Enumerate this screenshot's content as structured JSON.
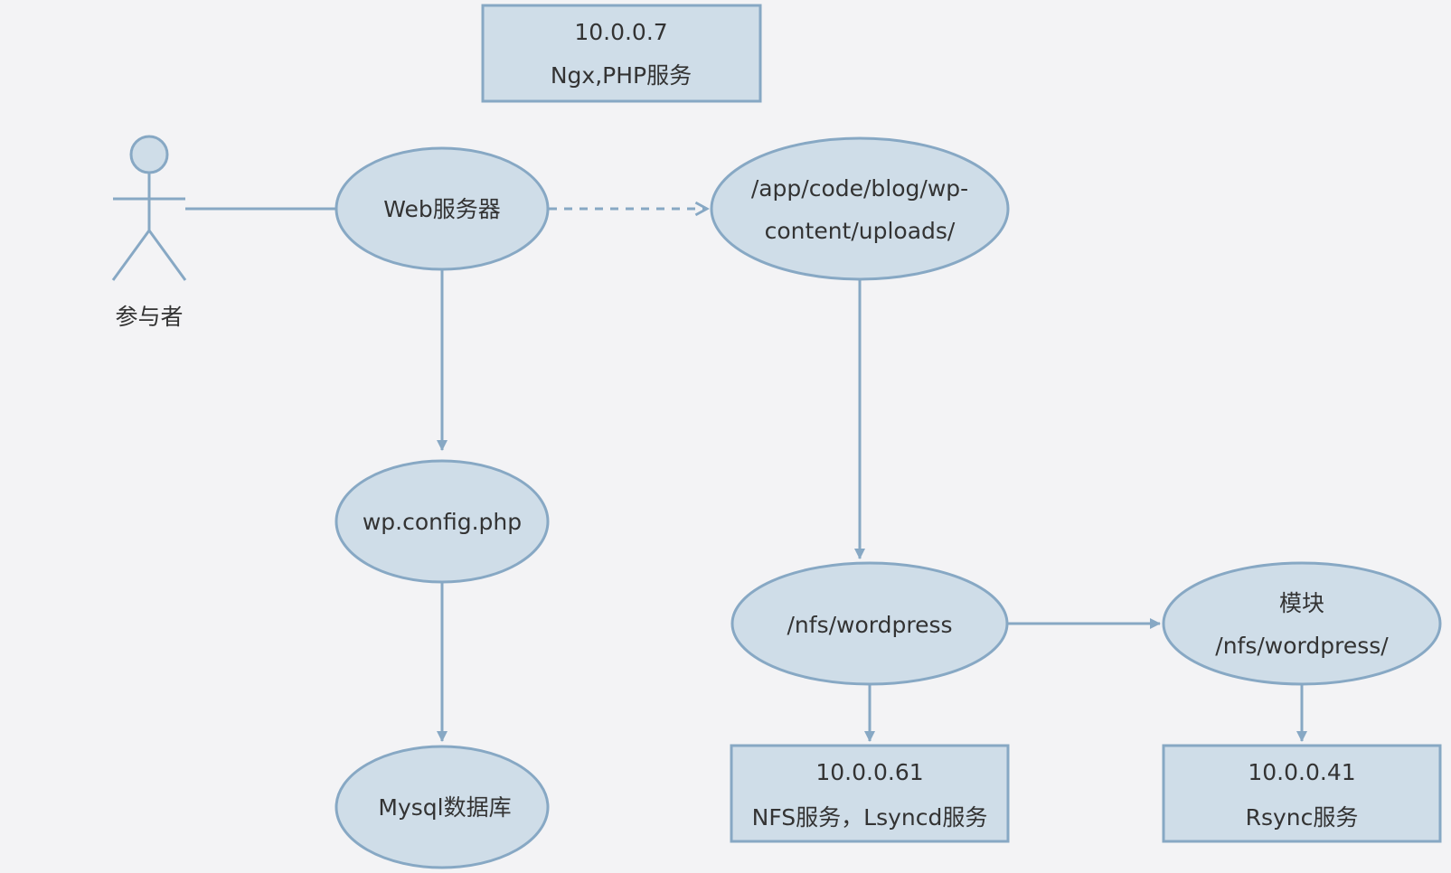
{
  "colors": {
    "background": "#f3f3f5",
    "node_fill": "#cfdde8",
    "node_stroke": "#87a8c4",
    "text": "#333333"
  },
  "actor": {
    "label": "参与者"
  },
  "nodes": {
    "ngx_php_box": {
      "line1": "10.0.0.7",
      "line2": "Ngx,PHP服务"
    },
    "web_server": {
      "label": "Web服务器"
    },
    "uploads_path": {
      "line1": "/app/code/blog/wp-",
      "line2": "content/uploads/"
    },
    "wp_config": {
      "label": "wp.config.php"
    },
    "mysql": {
      "label": "Mysql数据库"
    },
    "nfs_wordpress": {
      "label": "/nfs/wordpress"
    },
    "module": {
      "line1": "模块",
      "line2": "/nfs/wordpress/"
    },
    "nfs_box": {
      "line1": "10.0.0.61",
      "line2": "NFS服务，Lsyncd服务"
    },
    "rsync_box": {
      "line1": "10.0.0.41",
      "line2": "Rsync服务"
    }
  }
}
